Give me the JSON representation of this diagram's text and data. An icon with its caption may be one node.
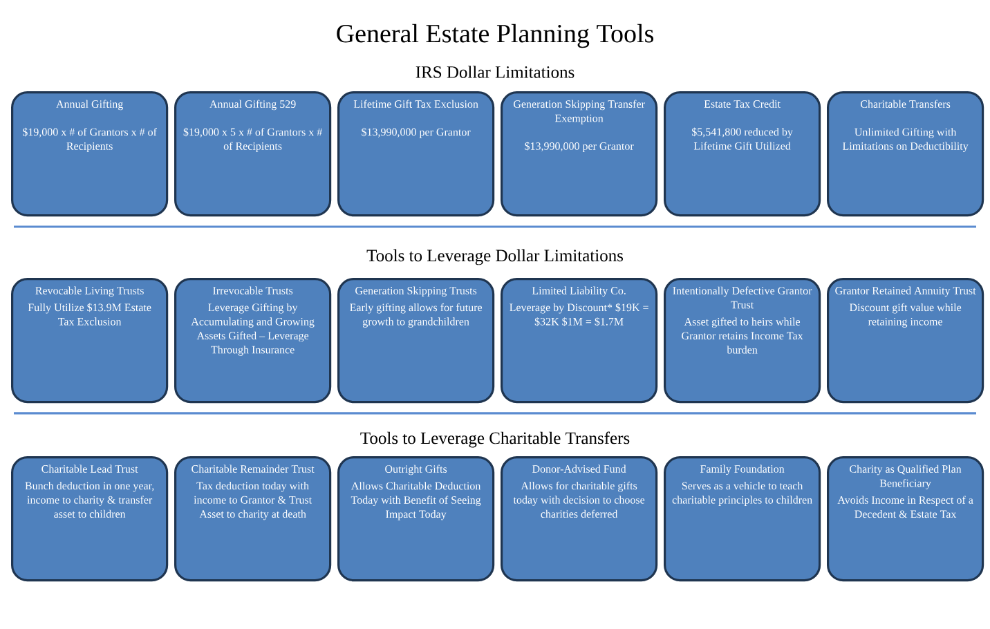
{
  "diagram": {
    "title": "General Estate Planning Tools",
    "nodes": [
      {
        "text": [
          "Annual Gifting",
          "$19,000 x # of Grantors x # of Recipients"
        ]
      },
      {
        "text": [
          "Annual Gifting 529",
          "$19,000 x 5 x # of Grantors x # of Recipients"
        ]
      },
      {
        "text": [
          "Lifetime Gift Tax Exclusion",
          "$13,990,000 per Grantor"
        ]
      },
      {
        "text": [
          "Generation Skipping Transfer Exemption",
          "$13,990,000 per Grantor"
        ]
      },
      {
        "text": [
          "Estate Tax Credit",
          "$5,541,800 reduced by Lifetime Gift Utilized"
        ]
      },
      {
        "text": [
          "Charitable Transfers",
          "Unlimited Gifting with Limitations on Deductibility"
        ]
      },
      {
        "text": [
          "Revocable Living Trusts",
          "Fully Utilize $13.9M Estate Tax Exclusion"
        ]
      },
      {
        "text": [
          "Irrevocable Trusts",
          "Leverage Gifting by Accumulating and Growing Assets Gifted – Leverage Through Insurance"
        ]
      },
      {
        "text": [
          "Generation Skipping Trusts",
          "Early gifting allows for future growth to grandchildren"
        ]
      },
      {
        "text": [
          "Limited Liability Co.",
          "Leverage by Discount* $19K = $32K $1M = $1.7M"
        ]
      },
      {
        "text": [
          "Intentionally Defective Grantor Trust",
          "Asset gifted to heirs while Grantor retains Income Tax burden"
        ]
      },
      {
        "text": [
          "Grantor Retained Annuity Trust",
          "Discount gift value while retaining income"
        ]
      },
      {
        "text": [
          "Charitable Lead Trust",
          "Bunch deduction in one year, income to charity & transfer asset to children"
        ]
      },
      {
        "text": [
          "Charitable Remainder Trust",
          "Tax deduction today with income to Grantor & Trust Asset to charity at death"
        ]
      },
      {
        "text": [
          "Outright Gifts",
          "Allows Charitable Deduction Today with Benefit of Seeing Impact Today"
        ]
      },
      {
        "text": [
          "Donor-Advised Fund",
          "Allows for charitable gifts today with decision to choose charities deferred"
        ]
      },
      {
        "text": [
          "Family Foundation",
          "Serves as a vehicle to teach charitable principles to children"
        ]
      },
      {
        "text": [
          "Charity as Qualified Plan Beneficiary",
          "Avoids Income in Respect of a Decedent & Estate Tax"
        ]
      }
    ],
    "labels": [
      "IRS Dollar Limitations",
      "Tools to Leverage Dollar Limitations",
      "Tools to Leverage Charitable Transfers"
    ]
  }
}
